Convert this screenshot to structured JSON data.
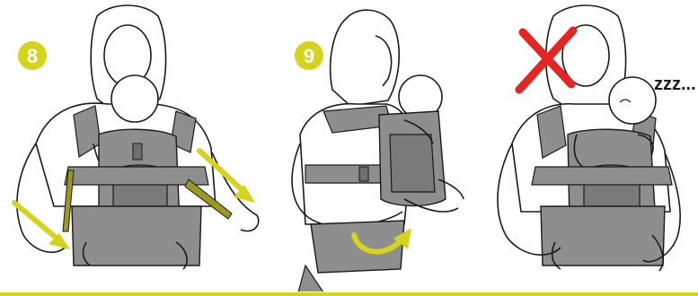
{
  "steps": [
    {
      "number": "8"
    },
    {
      "number": "9"
    }
  ],
  "panel3": {
    "sleep_text": "zzz..."
  },
  "colors": {
    "accent_yellow": "#d6d31c",
    "carrier_grey": "#8e8e8e",
    "carrier_dark": "#6f6f6f",
    "strap_olive": "#9c9a1e",
    "line": "#1a1a1a",
    "warning_red": "#e52524"
  },
  "icons": [
    "step-badge-8",
    "step-badge-9",
    "arrow-icon",
    "curved-arrow-icon",
    "red-x-icon"
  ]
}
